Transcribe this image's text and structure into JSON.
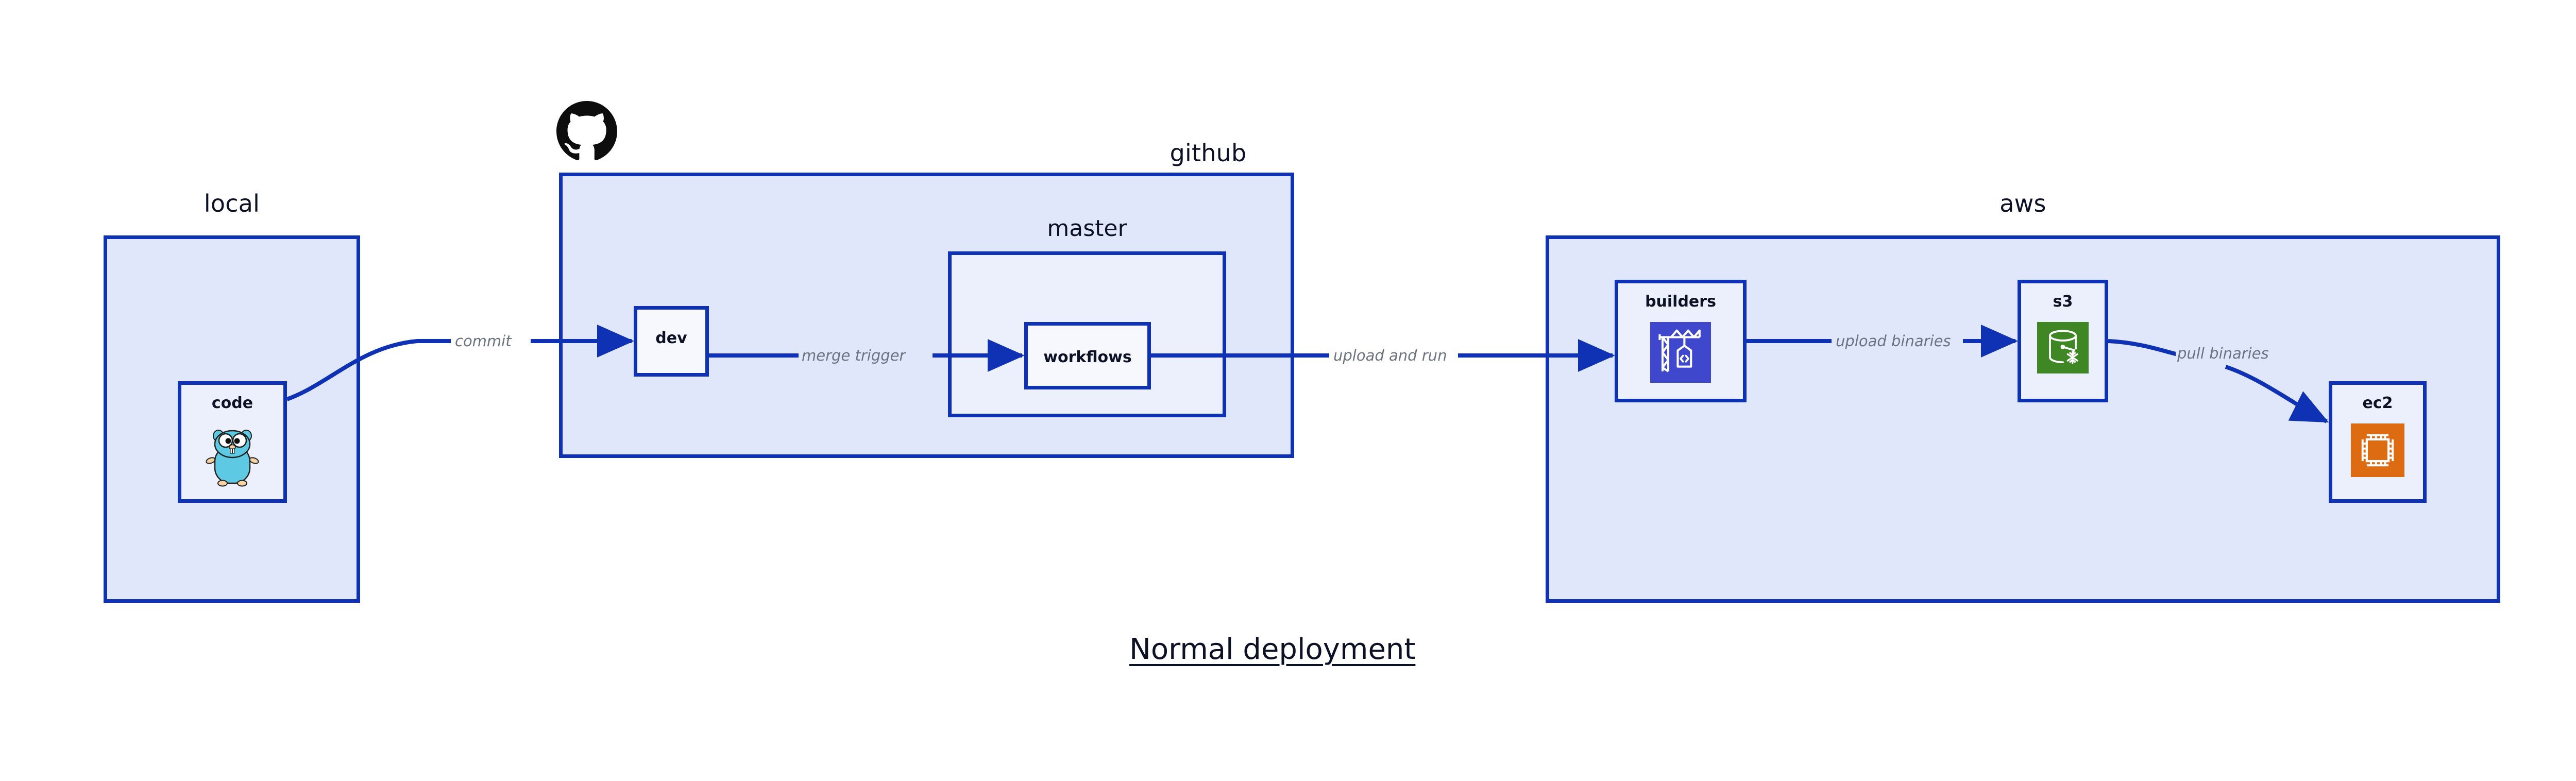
{
  "diagram": {
    "title": "Normal deployment",
    "groups": [
      {
        "id": "local",
        "label": "local"
      },
      {
        "id": "github",
        "label": "github"
      },
      {
        "id": "aws",
        "label": "aws"
      }
    ],
    "subgroups": [
      {
        "id": "master",
        "label": "master",
        "parent": "github"
      }
    ],
    "nodes": [
      {
        "id": "code",
        "label": "code",
        "icon": "go-gopher-icon",
        "parent": "local"
      },
      {
        "id": "dev",
        "label": "dev",
        "icon": "none",
        "parent": "github"
      },
      {
        "id": "workflows",
        "label": "workflows",
        "icon": "none",
        "parent": "master"
      },
      {
        "id": "builders",
        "label": "builders",
        "icon": "aws-codebuild-icon",
        "parent": "aws"
      },
      {
        "id": "s3",
        "label": "s3",
        "icon": "aws-s3-glacier-icon",
        "parent": "aws"
      },
      {
        "id": "ec2",
        "label": "ec2",
        "icon": "aws-ec2-icon",
        "parent": "aws"
      }
    ],
    "edges": [
      {
        "id": "code-dev",
        "from": "code",
        "to": "dev",
        "label": "commit"
      },
      {
        "id": "dev-workflows",
        "from": "dev",
        "to": "workflows",
        "label": "merge trigger"
      },
      {
        "id": "workflows-build",
        "from": "workflows",
        "to": "builders",
        "label": "upload and run"
      },
      {
        "id": "builders-s3",
        "from": "builders",
        "to": "s3",
        "label": "upload binaries"
      },
      {
        "id": "s3-ec2",
        "from": "s3",
        "to": "ec2",
        "label": "pull binaries"
      }
    ],
    "logos": [
      {
        "id": "github-logo",
        "name": "github-octocat-logo"
      }
    ],
    "colors": {
      "group_fill": "#e1e7fa",
      "node_fill": "#eceffc",
      "stroke": "#0f32b5",
      "edge": "#0f32b5",
      "edge_label": "#6b7280",
      "text": "#0d1126",
      "codebuild": "#3f48cc",
      "s3_glacier": "#3f8624",
      "ec2": "#dd6b12",
      "gopher": "#5dc9e2"
    }
  }
}
